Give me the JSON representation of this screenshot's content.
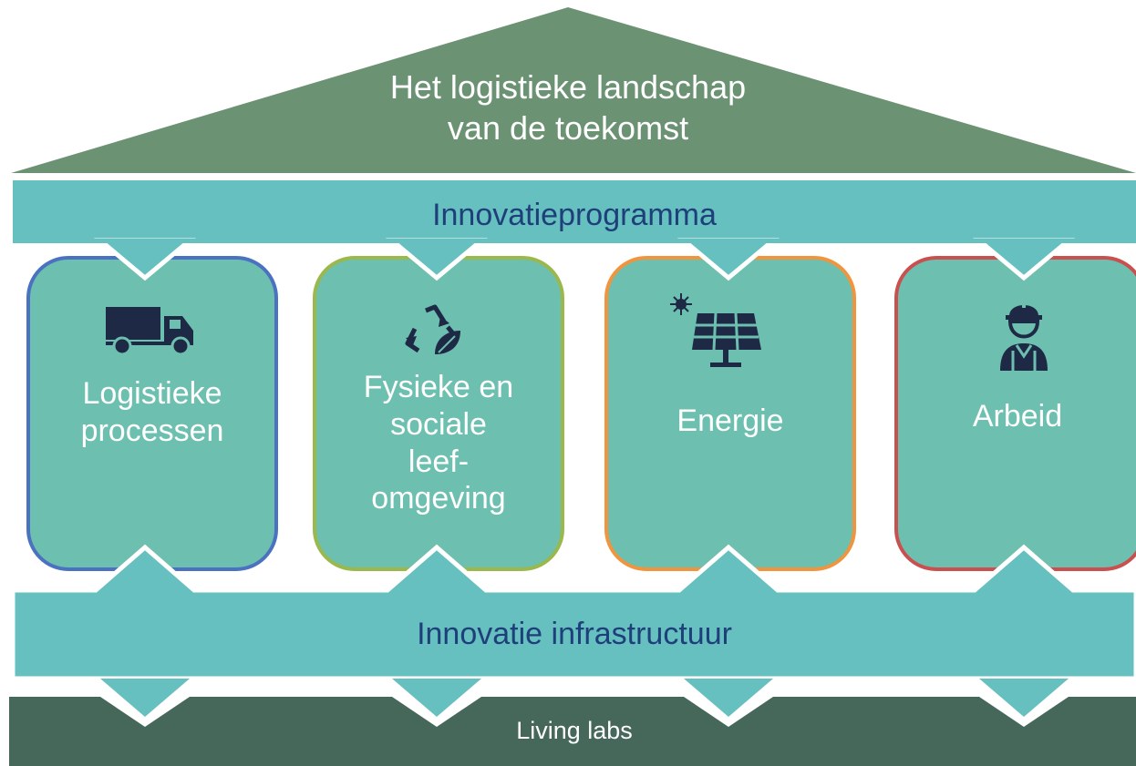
{
  "roof": {
    "title": "Het logistieke landschap\nvan de toekomst"
  },
  "top_band": {
    "label": "Innovatieprogramma"
  },
  "pillars": [
    {
      "label": "Logistieke\nprocessen",
      "icon": "truck-icon",
      "border_color": "#4b72c0"
    },
    {
      "label": "Fysieke en\nsociale\nleef-\nomgeving",
      "icon": "recycle-leaf-icon",
      "border_color": "#9ab84c"
    },
    {
      "label": "Energie",
      "icon": "solar-panel-icon",
      "border_color": "#f0953e"
    },
    {
      "label": "Arbeid",
      "icon": "worker-icon",
      "border_color": "#c9504f"
    }
  ],
  "bottom_band": {
    "label": "Innovatie infrastructuur"
  },
  "base": {
    "label": "Living labs"
  },
  "colors": {
    "roof": "#6b9273",
    "band": "#66c0bf",
    "pillar_fill": "#6dbfaf",
    "base": "#45685a",
    "band_text": "#1f3f7a",
    "icon": "#1e2a45"
  }
}
